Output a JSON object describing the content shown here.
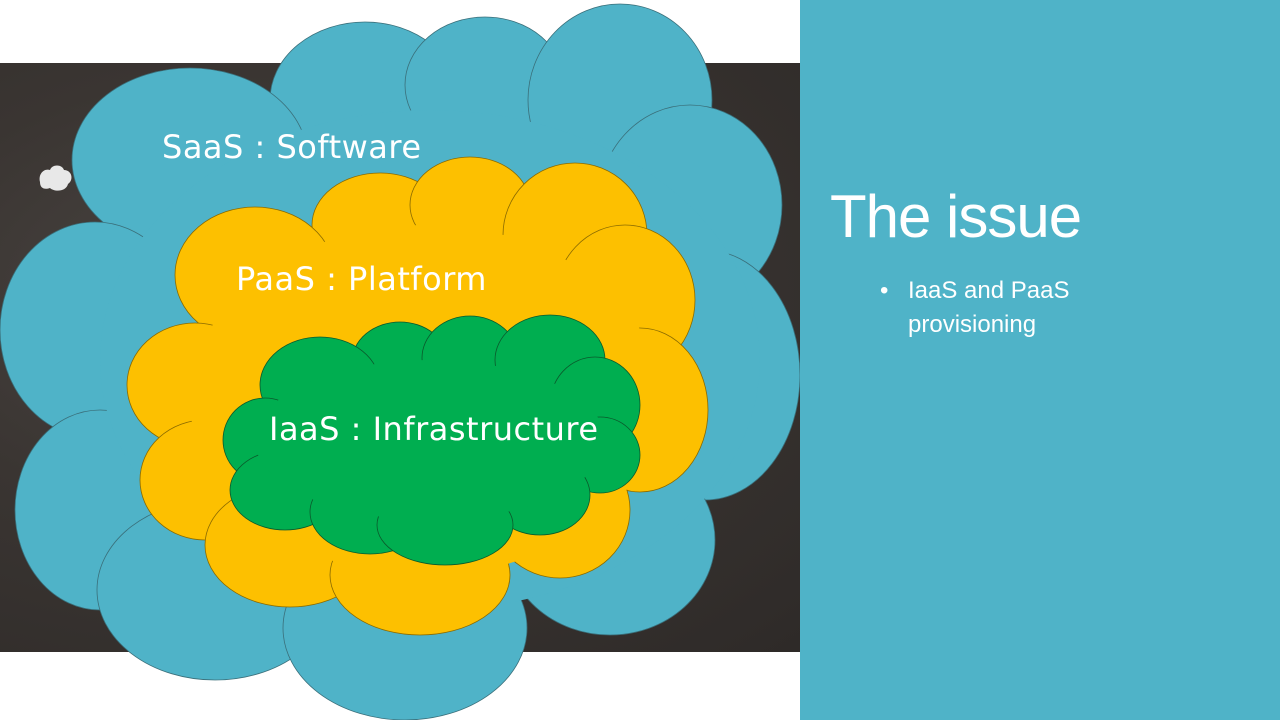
{
  "slide": {
    "title": "The issue",
    "bullets": [
      "IaaS and PaaS provisioning"
    ]
  },
  "diagram": {
    "clouds": [
      {
        "name": "saas",
        "label": "SaaS : Software",
        "color": "#4fb3c8"
      },
      {
        "name": "paas",
        "label": "PaaS : Platform",
        "color": "#fdc000"
      },
      {
        "name": "iaas",
        "label": "IaaS : Infrastructure",
        "color": "#00ae50"
      }
    ]
  },
  "colors": {
    "panel": "#4fb3c8",
    "chalkboard": "#3a3532",
    "text": "#ffffff"
  }
}
